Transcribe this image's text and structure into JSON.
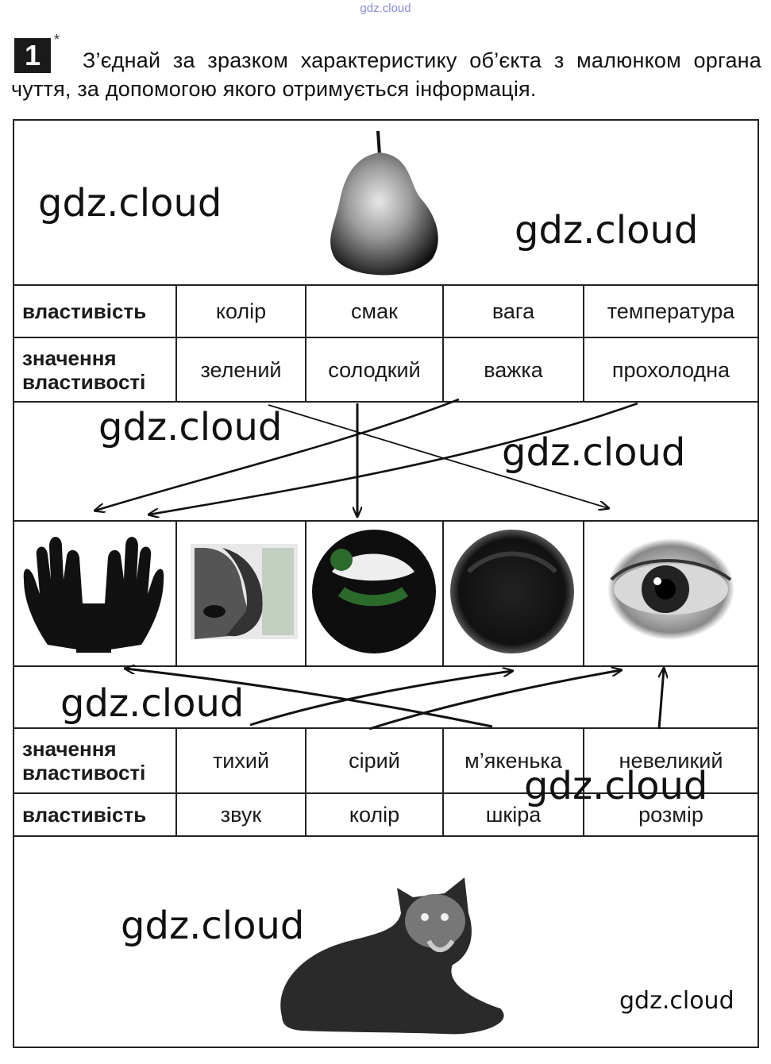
{
  "header_watermark": "gdz.cloud",
  "task": {
    "number": "1",
    "star": "*",
    "text": "З’єднай за зразком характеристику об’єкта з малюнком органа чуття, за допомогою якого отримується інформація."
  },
  "top_table": {
    "row_property": {
      "label": "властивість",
      "values": [
        "колір",
        "смак",
        "вага",
        "температура"
      ]
    },
    "row_value": {
      "label": "значення властивості",
      "values": [
        "зелений",
        "солодкий",
        "важка",
        "прохолодна"
      ]
    }
  },
  "sense_organs": {
    "icons": [
      "hands-icon",
      "nose-icon",
      "mouth-icon",
      "ear-icon",
      "eye-icon"
    ]
  },
  "bottom_table": {
    "row_value": {
      "label": "значення властивості",
      "values": [
        "тихий",
        "сірий",
        "м’якенька",
        "невеликий"
      ]
    },
    "row_property": {
      "label": "властивість",
      "values": [
        "звук",
        "колір",
        "шкіра",
        "розмір"
      ]
    }
  },
  "watermarks": [
    "gdz.cloud",
    "gdz.cloud",
    "gdz.cloud",
    "gdz.cloud",
    "gdz.cloud",
    "gdz.cloud",
    "gdz.cloud",
    "gdz.cloud"
  ],
  "pictures": {
    "top": "pear-image",
    "bottom": "cat-image"
  }
}
